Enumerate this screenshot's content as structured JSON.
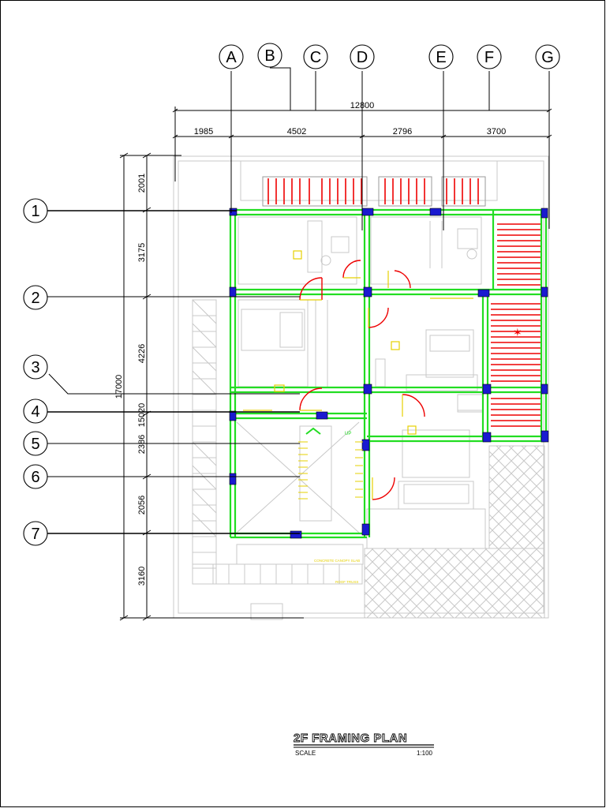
{
  "grid_columns": [
    "A",
    "B",
    "C",
    "D",
    "E",
    "F",
    "G"
  ],
  "grid_rows": [
    "1",
    "2",
    "3",
    "4",
    "5",
    "6",
    "7"
  ],
  "dims_top": {
    "overall": "12800",
    "segments": [
      "1985",
      "4502",
      "2796",
      "3700"
    ]
  },
  "dims_left": {
    "overall": "17000",
    "sub_overall": "15020",
    "segments": [
      "2001",
      "3175",
      "4226",
      "2386",
      "2056",
      "3160"
    ]
  },
  "small_labels": {
    "stair_up": "UP",
    "canopy": "CONCRETE CANOPY SLAB",
    "roof": "ROOF TRUSS"
  },
  "title": {
    "text": "2F FRAMING PLAN",
    "scale_label": "SCALE",
    "scale_value": "1:100"
  },
  "colors": {
    "beam": "#22dd22",
    "column": "#1a1ad0",
    "joist": "#ee0000",
    "door": "#ee0000",
    "furniture": "#c8c8c8",
    "outline": "#000000"
  }
}
